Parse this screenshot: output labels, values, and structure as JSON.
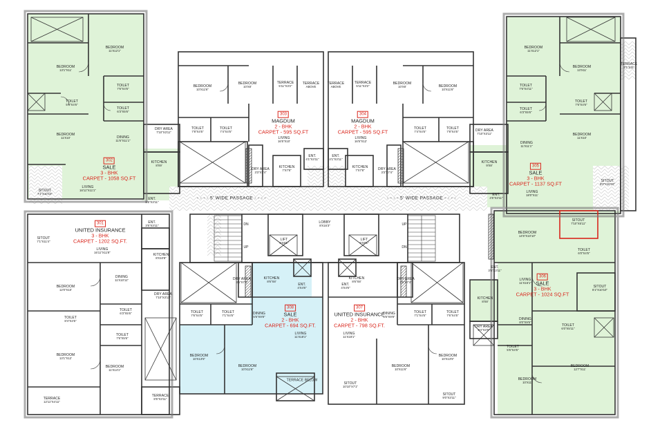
{
  "colors": {
    "wall": "#333333",
    "green": "#dff3d8",
    "blue": "#d6f1f7",
    "red": "#d9261c",
    "pattern": "#c9c9c9"
  },
  "passage": {
    "left": "- - - - 5' WIDE PASSAGE - - - -",
    "right": "- - - - 5' WIDE PASSAGE - - - -"
  },
  "stair_marks": {
    "up_a": "UP",
    "dn_a": "DN",
    "up_b": "UP",
    "dn_b": "DN"
  },
  "units": [
    {
      "id": "u302",
      "num": "302",
      "owner": "SALE",
      "type": "3 - BHK",
      "carpet": "CARPET - 1058 SQ.FT"
    },
    {
      "id": "u303",
      "num": "303",
      "owner": "MAGDUM",
      "type": "2 - BHK",
      "carpet": "CARPET - 595 SQ.FT"
    },
    {
      "id": "u304",
      "num": "304",
      "owner": "MAGDUM",
      "type": "2 - BHK",
      "carpet": "CARPET - 595 SQ.FT"
    },
    {
      "id": "u305",
      "num": "305",
      "owner": "SALE",
      "type": "3 - BHK",
      "carpet": "CARPET - 1137 SQ.FT"
    },
    {
      "id": "u301",
      "num": "301",
      "owner": "UNITED INSURANCE",
      "type": "3 - BHK",
      "carpet": "CARPET - 1202 SQ.FT."
    },
    {
      "id": "u306",
      "num": "306",
      "owner": "SALE",
      "type": "3 - BHK",
      "carpet": "CARPET - 1024 SQ.FT"
    },
    {
      "id": "u308",
      "num": "308",
      "owner": "SALE",
      "type": "2 - BHK",
      "carpet": "CARPET - 694 SQ.FT."
    },
    {
      "id": "u307",
      "num": "307",
      "owner": "UNITED INSURANCE",
      "type": "2 - BHK",
      "carpet": "CARPET - 798 SQ.FT."
    }
  ],
  "rooms": [
    {
      "id": "r1",
      "name": "BEDROOM",
      "dim": "11'X12'1\""
    },
    {
      "id": "r2",
      "name": "BEDROOM",
      "dim": "13'1\"X11'"
    },
    {
      "id": "r3",
      "name": "TOILET",
      "dim": "7'6\"X4'5\""
    },
    {
      "id": "r4",
      "name": "TOILET",
      "dim": "5'6\"X4'6\""
    },
    {
      "id": "r5",
      "name": "TOILET",
      "dim": "6'3\"X5'6\""
    },
    {
      "id": "r6",
      "name": "BEDROOM",
      "dim": "11'X10'"
    },
    {
      "id": "r7",
      "name": "DINING",
      "dim": "11'6\"X11'1\""
    },
    {
      "id": "r8",
      "name": "DRY AREA",
      "dim": "7'10\"X3'11\""
    },
    {
      "id": "r9",
      "name": "KITCHEN",
      "dim": "8'X9'"
    },
    {
      "id": "r10",
      "name": "LIVING",
      "dim": "16'11\"X11'1\""
    },
    {
      "id": "r11",
      "name": "SITOUT",
      "dim": "7'1\"X10'10\""
    },
    {
      "id": "r12",
      "name": "ENT.",
      "dim": "8'5\"X3'11\""
    },
    {
      "id": "r13",
      "name": "BEDROOM",
      "dim": "10'X11'6\""
    },
    {
      "id": "r14",
      "name": "BEDROOM",
      "dim": "10'X8'"
    },
    {
      "id": "r15",
      "name": "TERRACE",
      "dim": "5'11\"X3'2\""
    },
    {
      "id": "r16",
      "name": "TERRACE",
      "dim": "ABOVE"
    },
    {
      "id": "r17",
      "name": "TOILET",
      "dim": "7'8\"X4'5\""
    },
    {
      "id": "r18",
      "name": "TOILET",
      "dim": "7'4\"X4'5\""
    },
    {
      "id": "r19",
      "name": "LIVING",
      "dim": "16'5\"X10'"
    },
    {
      "id": "r20",
      "name": "ENT.",
      "dim": "4'1\"X3'11\""
    },
    {
      "id": "r21",
      "name": "KITCHEN",
      "dim": "7'X7'8\""
    },
    {
      "id": "r22",
      "name": "DRY AREA",
      "dim": "3'3\"X7'4\""
    },
    {
      "id": "r23",
      "name": "TERRACE",
      "dim": "ABOVE"
    },
    {
      "id": "r24",
      "name": "TERRACE",
      "dim": "5'11\"X3'2\""
    },
    {
      "id": "r25",
      "name": "BEDROOM",
      "dim": "10'X8'"
    },
    {
      "id": "r26",
      "name": "BEDROOM",
      "dim": "10'X11'6\""
    },
    {
      "id": "r27",
      "name": "TOILET",
      "dim": "7'4\"X4'5\""
    },
    {
      "id": "r28",
      "name": "TOILET",
      "dim": "7'8\"X4'5\""
    },
    {
      "id": "r29",
      "name": "LIVING",
      "dim": "16'5\"X12'"
    },
    {
      "id": "r30",
      "name": "ENT.",
      "dim": "4'1\"X3'11\""
    },
    {
      "id": "r31",
      "name": "KITCHEN",
      "dim": "7'X7'8\""
    },
    {
      "id": "r32",
      "name": "DRY AREA",
      "dim": "3'3\"X7'4\""
    },
    {
      "id": "r33",
      "name": "BEDROOM",
      "dim": "11'X12'1\""
    },
    {
      "id": "r34",
      "name": "BEDROOM",
      "dim": "13'X11'"
    },
    {
      "id": "r35",
      "name": "TERRACE",
      "dim": "3'1\"X11'"
    },
    {
      "id": "r36",
      "name": "TOILET",
      "dim": "7'6\"X4'11\""
    },
    {
      "id": "r37",
      "name": "TOILET",
      "dim": "7'6\"X4'6\""
    },
    {
      "id": "r38",
      "name": "TOILET",
      "dim": "6'3\"X5'6\""
    },
    {
      "id": "r39",
      "name": "DRY AREA",
      "dim": "7'10\"X3'11\""
    },
    {
      "id": "r40",
      "name": "DINING",
      "dim": "11'X11'1\""
    },
    {
      "id": "r41",
      "name": "BEDROOM",
      "dim": "11'X10'"
    },
    {
      "id": "r42",
      "name": "KITCHEN",
      "dim": "9'X8'"
    },
    {
      "id": "r43",
      "name": "SITOUT",
      "dim": "9'0\"X10'10\""
    },
    {
      "id": "r44",
      "name": "LIVING",
      "dim": "18'0\"X11'"
    },
    {
      "id": "r45",
      "name": "ENT.",
      "dim": "4'5\"X3'11\""
    },
    {
      "id": "r46",
      "name": "SITOUT",
      "dim": "7'1\"X11'4\""
    },
    {
      "id": "r47",
      "name": "LIVING",
      "dim": "16'11\"X11'8\""
    },
    {
      "id": "r48",
      "name": "ENT.",
      "dim": "3'5\"X3'11\""
    },
    {
      "id": "r49",
      "name": "KITCHEN",
      "dim": "8'X10'8\""
    },
    {
      "id": "r50",
      "name": "BEDROOM",
      "dim": "12'0\"X10'"
    },
    {
      "id": "r51",
      "name": "DINING",
      "dim": "11'X10'11\""
    },
    {
      "id": "r52",
      "name": "DRY AREA",
      "dim": "7'10\"X3'11\""
    },
    {
      "id": "r53",
      "name": "TOILET",
      "dim": "6'3\"X5'6\""
    },
    {
      "id": "r54",
      "name": "TOILET",
      "dim": "8'4\"X4'5\""
    },
    {
      "id": "r55",
      "name": "TOILET",
      "dim": "7'6\"X5'6\""
    },
    {
      "id": "r56",
      "name": "BEDROOM",
      "dim": "13'1\"X12'"
    },
    {
      "id": "r57",
      "name": "BEDROOM",
      "dim": "11'X14'1\""
    },
    {
      "id": "r58",
      "name": "TERRACE",
      "dim": "12'11\"X4'11\""
    },
    {
      "id": "r59",
      "name": "TERRACE",
      "dim": "8'5\"X3'11\""
    },
    {
      "id": "r60",
      "name": "LOBBY",
      "dim": "8'X16'3\""
    },
    {
      "id": "r61",
      "name": "LIFT",
      "dim": "6'X8'1\""
    },
    {
      "id": "r62",
      "name": "LIFT",
      "dim": "6'X8'1\""
    },
    {
      "id": "r63",
      "name": "KITCHEN",
      "dim": "8'6\"X8'"
    },
    {
      "id": "r64",
      "name": "DRY AREA",
      "dim": "3'5\"X7'4\""
    },
    {
      "id": "r65",
      "name": "ENT.",
      "dim": "4'X4'6\""
    },
    {
      "id": "r66",
      "name": "TOILET",
      "dim": "7'6\"X4'5\""
    },
    {
      "id": "r67",
      "name": "TOILET",
      "dim": "7'1\"X4'5\""
    },
    {
      "id": "r68",
      "name": "DINING",
      "dim": "5'5\"X9'8\""
    },
    {
      "id": "r69",
      "name": "LIVING",
      "dim": "11'X18'1\""
    },
    {
      "id": "r70",
      "name": "BEDROOM",
      "dim": "10'X13'5\""
    },
    {
      "id": "r71",
      "name": "BEDROOM",
      "dim": "10'X11'6\""
    },
    {
      "id": "r72",
      "name": "TERRACE BELOW",
      "dim": ""
    },
    {
      "id": "r73",
      "name": "KITCHEN",
      "dim": "8'6\"X8'"
    },
    {
      "id": "r74",
      "name": "DRY AREA",
      "dim": "3'5\"X7'4\""
    },
    {
      "id": "r75",
      "name": "ENT.",
      "dim": "4'X4'6\""
    },
    {
      "id": "r76",
      "name": "DINING",
      "dim": "5'5\"X9'8\""
    },
    {
      "id": "r77",
      "name": "TOILET",
      "dim": "7'1\"X4'5\""
    },
    {
      "id": "r78",
      "name": "TOILET",
      "dim": "7'6\"X4'5\""
    },
    {
      "id": "r79",
      "name": "LIVING",
      "dim": "11'X18'1\""
    },
    {
      "id": "r80",
      "name": "BEDROOM",
      "dim": "10'X11'6\""
    },
    {
      "id": "r81",
      "name": "BEDROOM",
      "dim": "10'X13'5\""
    },
    {
      "id": "r82",
      "name": "SITOUT",
      "dim": "10'10\"X7'1\""
    },
    {
      "id": "r83",
      "name": "SITOUT",
      "dim": "9'0\"X3'11\""
    },
    {
      "id": "r84",
      "name": "BEDROOM",
      "dim": "14'5\"X10'10\""
    },
    {
      "id": "r85",
      "name": "SITOUT",
      "dim": "7'10\"X5'11\""
    },
    {
      "id": "r86",
      "name": "TOILET",
      "dim": "6'0\"X4'5\""
    },
    {
      "id": "r87",
      "name": "ENT.",
      "dim": "3'5\"X3'11\""
    },
    {
      "id": "r88",
      "name": "LIVING",
      "dim": "11'X16'1\""
    },
    {
      "id": "r89",
      "name": "KITCHEN",
      "dim": "8'X8'"
    },
    {
      "id": "r90",
      "name": "SITOUT",
      "dim": "6'1\"X10'10\""
    },
    {
      "id": "r91",
      "name": "DRY AREA",
      "dim": "8'4\"X3'5\""
    },
    {
      "id": "r92",
      "name": "DINING",
      "dim": "8'0\"X9'5\""
    },
    {
      "id": "r93",
      "name": "TOILET",
      "dim": "6'0\"X5'11\""
    },
    {
      "id": "r94",
      "name": "TOILET",
      "dim": "5'5\"X4'5\""
    },
    {
      "id": "r95",
      "name": "BEDROOM",
      "dim": "12'7\"X11'"
    },
    {
      "id": "r96",
      "name": "BEDROOM",
      "dim": "10'X11'"
    },
    {
      "id": "r97",
      "name": "TERRACE",
      "dim": ""
    }
  ]
}
